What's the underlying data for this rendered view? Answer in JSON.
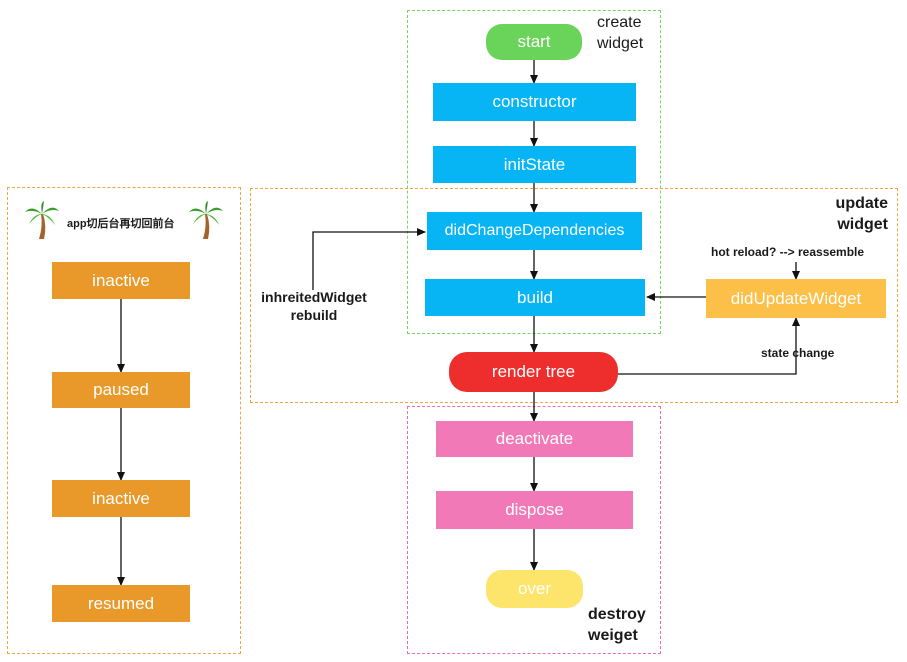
{
  "colors": {
    "green": "#6ad35a",
    "blue": "#07b4f4",
    "orange": "#e8992a",
    "yellow_orange": "#fcbf47",
    "red": "#ee2d2d",
    "pink": "#f279b8",
    "yellow": "#fde46a",
    "frame_green": "#7ad35a",
    "frame_orange": "#f0a640",
    "frame_pink": "#f06ab0"
  },
  "create_group": {
    "title_line1": "create",
    "title_line2": "widget"
  },
  "update_group": {
    "title_line1": "update",
    "title_line2": "widget"
  },
  "destroy_group": {
    "title_line1": "destroy",
    "title_line2": "weiget"
  },
  "app_group": {
    "title": "app切后台再切回前台",
    "icon": "palm-tree-icon"
  },
  "nodes": {
    "start": "start",
    "constructor": "constructor",
    "initState": "initState",
    "didChangeDependencies": "didChangeDependencies",
    "build": "build",
    "didUpdateWidget": "didUpdateWidget",
    "render_tree": "render tree",
    "deactivate": "deactivate",
    "dispose": "dispose",
    "over": "over"
  },
  "app_states": [
    "inactive",
    "paused",
    "inactive",
    "resumed"
  ],
  "edge_labels": {
    "inherited_line1": "inhreitedWidget",
    "inherited_line2": "rebuild",
    "hot_reload": "hot reload? --> reassemble",
    "state_change": "state change"
  }
}
